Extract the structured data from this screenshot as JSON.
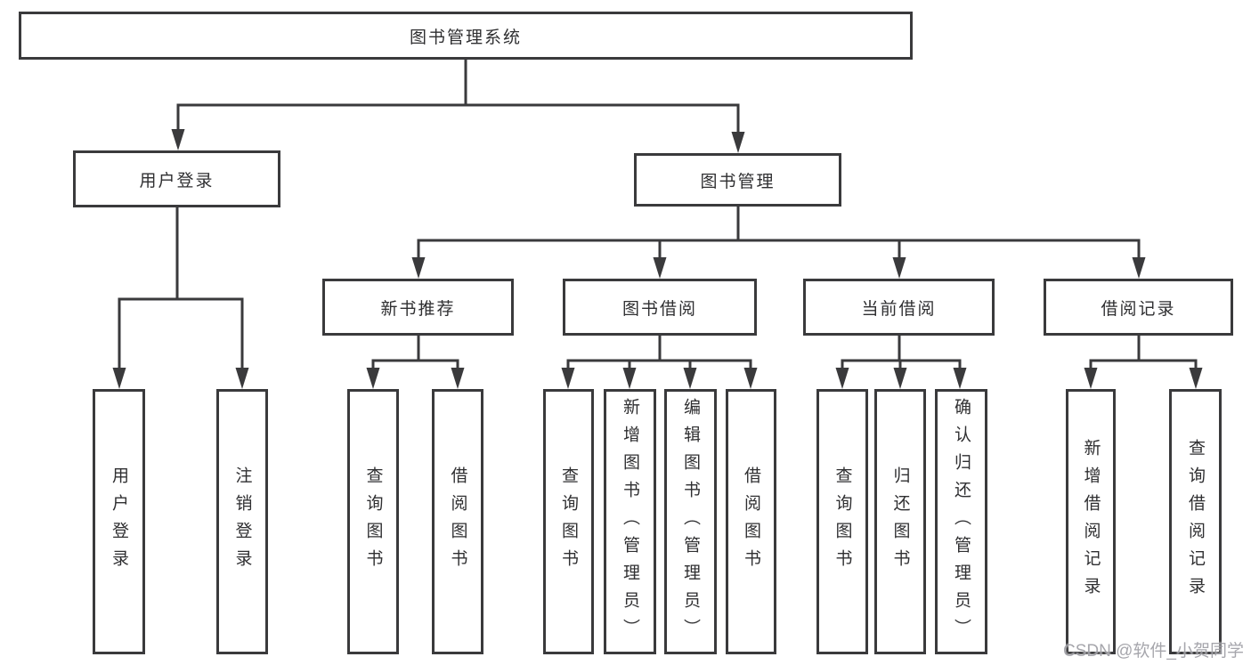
{
  "diagram": {
    "type": "hierarchy-tree",
    "root": {
      "label": "图书管理系统",
      "children": [
        {
          "label": "用户登录",
          "children": [
            {
              "label": "用户登录"
            },
            {
              "label": "注销登录"
            }
          ]
        },
        {
          "label": "图书管理",
          "children": [
            {
              "label": "新书推荐",
              "children": [
                {
                  "label": "查询图书"
                },
                {
                  "label": "借阅图书"
                }
              ]
            },
            {
              "label": "图书借阅",
              "children": [
                {
                  "label": "查询图书"
                },
                {
                  "label": "新增图书（管理员）"
                },
                {
                  "label": "编辑图书（管理员）"
                },
                {
                  "label": "借阅图书"
                }
              ]
            },
            {
              "label": "当前借阅",
              "children": [
                {
                  "label": "查询图书"
                },
                {
                  "label": "归还图书"
                },
                {
                  "label": "确认归还（管理员）"
                }
              ]
            },
            {
              "label": "借阅记录",
              "children": [
                {
                  "label": "新增借阅记录"
                },
                {
                  "label": "查询借阅记录"
                }
              ]
            }
          ]
        }
      ]
    }
  },
  "watermark": {
    "text": "CSDN @软件_小贺同学"
  },
  "colors": {
    "line": "#3a3a3c",
    "text": "#2f2f31",
    "watermark": "#9696a0",
    "background": "#ffffff"
  }
}
